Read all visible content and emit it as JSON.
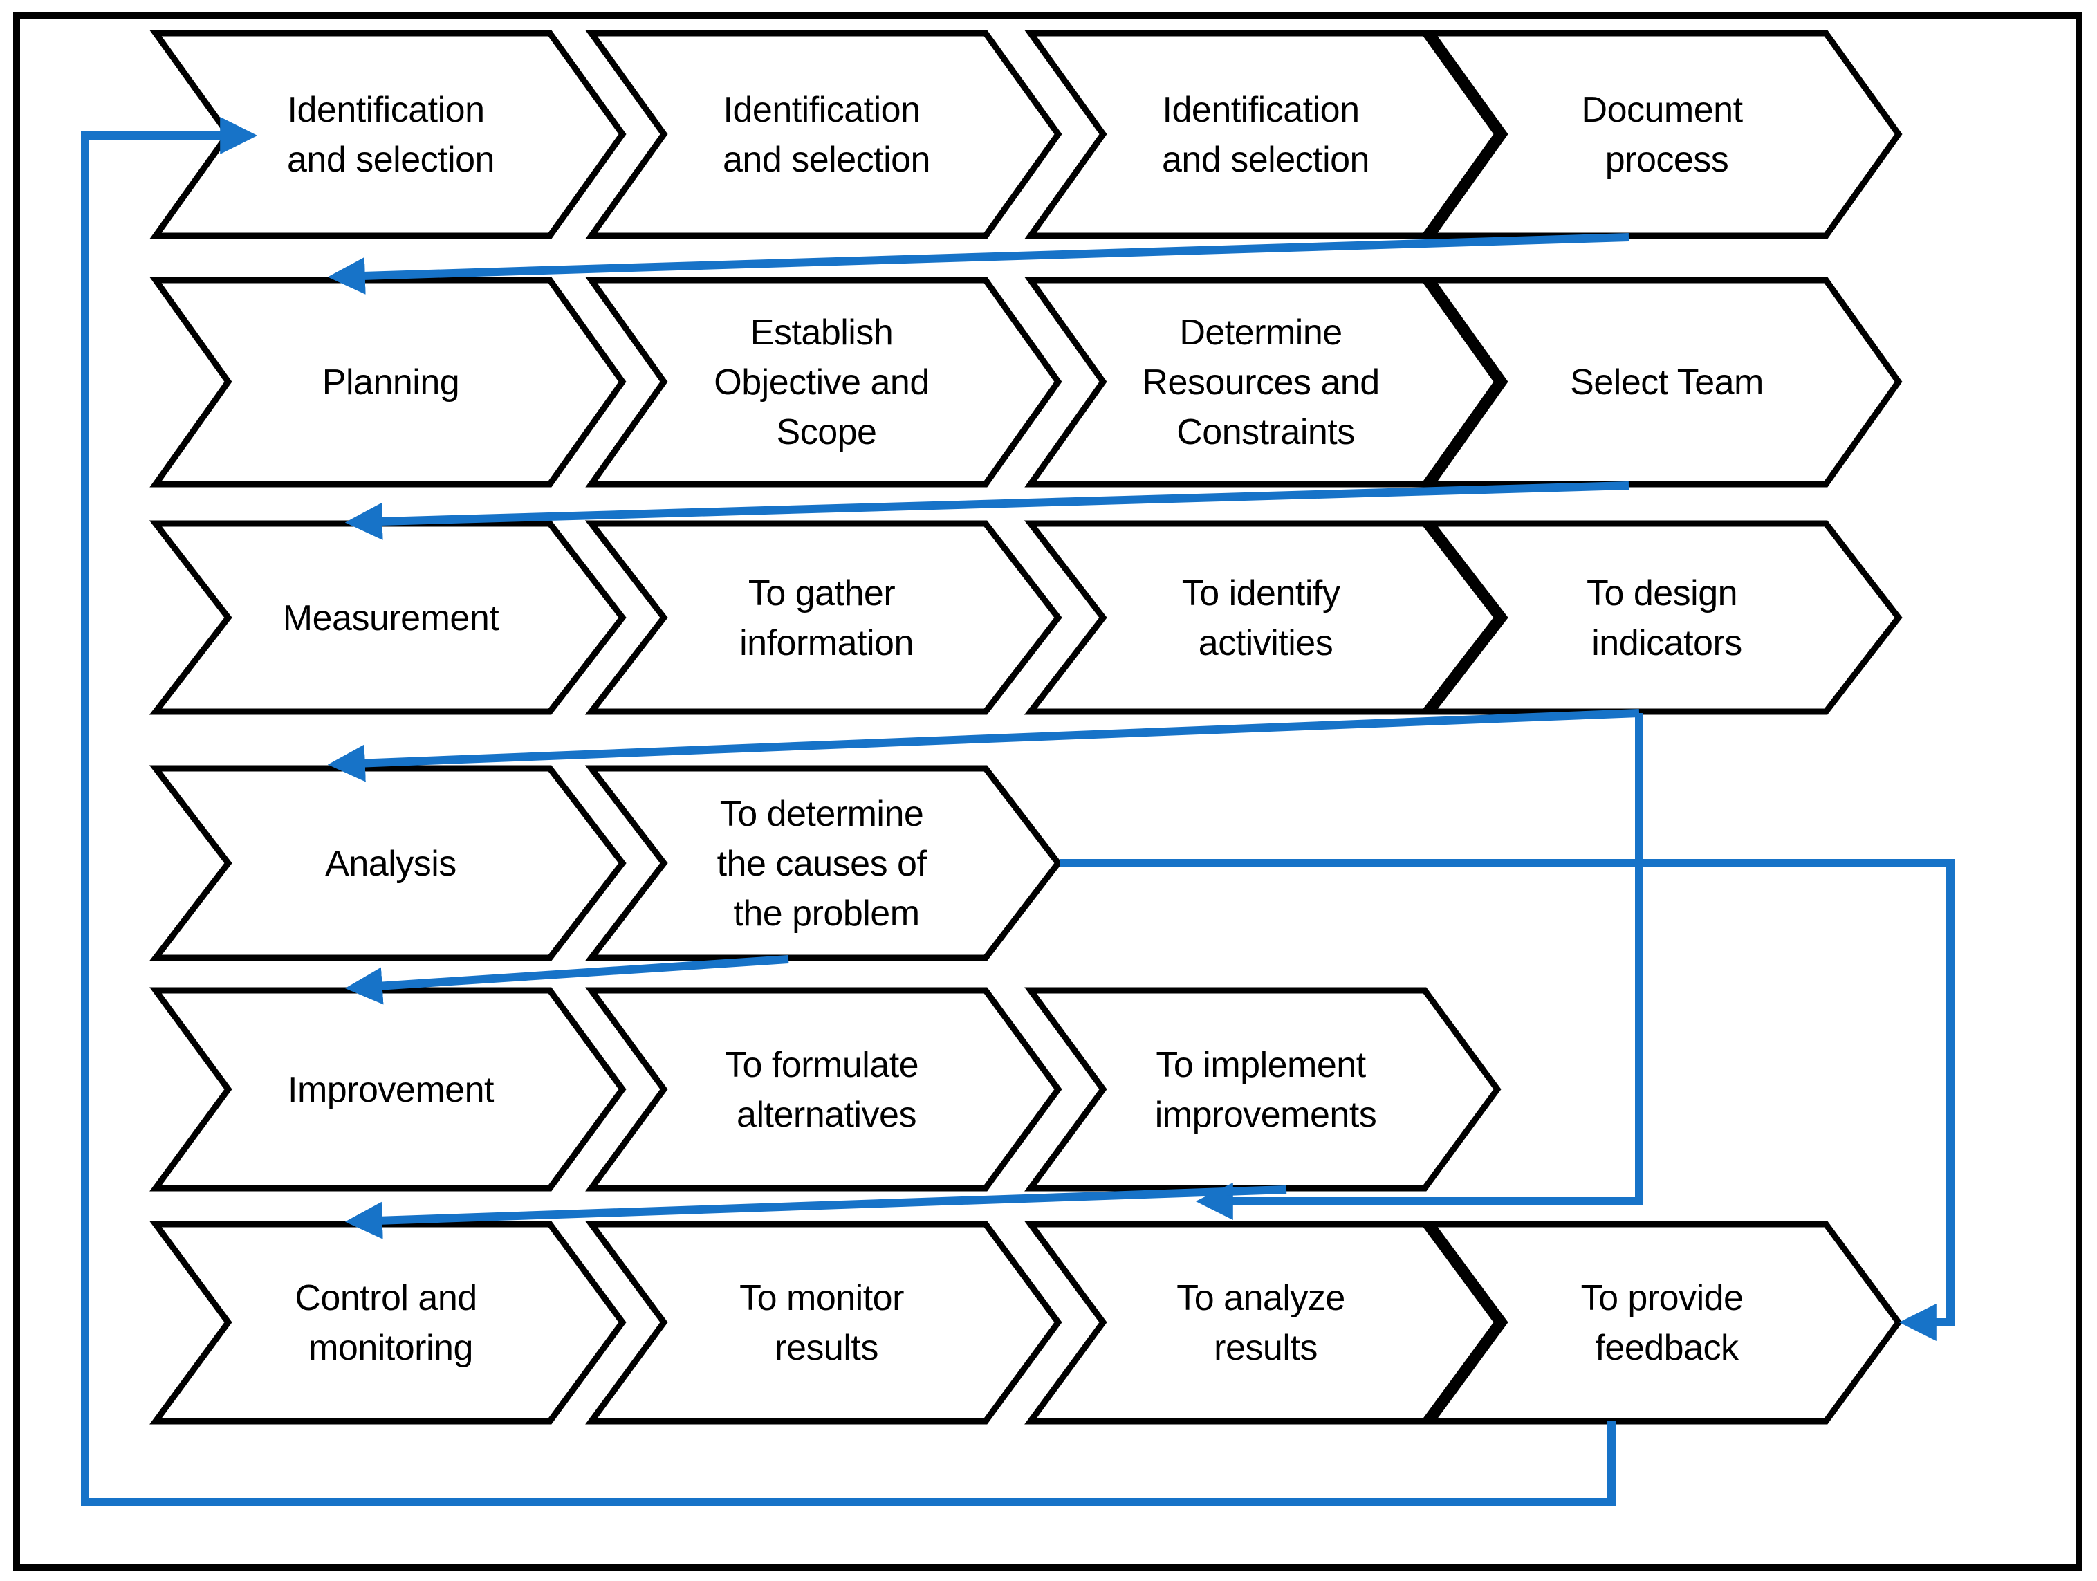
{
  "colors": {
    "connector": "#1773C8",
    "shape_outline": "#000000",
    "frame_outline": "#000000",
    "text": "#000000",
    "background": "#FFFFFF"
  },
  "diagram": {
    "type": "process-flow-chevrons",
    "rows": [
      {
        "name": "identification-and-selection",
        "steps": [
          {
            "id": "identification-1",
            "lines": [
              "Identification",
              "and selection"
            ]
          },
          {
            "id": "identification-2",
            "lines": [
              "Identification",
              "and selection"
            ]
          },
          {
            "id": "identification-3",
            "lines": [
              "Identification",
              "and selection"
            ]
          },
          {
            "id": "document-process",
            "lines": [
              "Document",
              "process"
            ]
          }
        ]
      },
      {
        "name": "planning",
        "steps": [
          {
            "id": "planning",
            "lines": [
              "Planning"
            ]
          },
          {
            "id": "establish-objective",
            "lines": [
              "Establish",
              "Objective and",
              "Scope"
            ]
          },
          {
            "id": "determine-resources",
            "lines": [
              "Determine",
              "Resources and",
              "Constraints"
            ]
          },
          {
            "id": "select-team",
            "lines": [
              "Select Team"
            ]
          }
        ]
      },
      {
        "name": "measurement",
        "steps": [
          {
            "id": "measurement",
            "lines": [
              "Measurement"
            ]
          },
          {
            "id": "gather-information",
            "lines": [
              "To gather",
              "information"
            ]
          },
          {
            "id": "identify-activities",
            "lines": [
              "To identify",
              "activities"
            ]
          },
          {
            "id": "design-indicators",
            "lines": [
              "To design",
              "indicators"
            ]
          }
        ]
      },
      {
        "name": "analysis",
        "steps": [
          {
            "id": "analysis",
            "lines": [
              "Analysis"
            ]
          },
          {
            "id": "determine-causes",
            "lines": [
              "To determine",
              "the causes of",
              "the problem"
            ]
          }
        ]
      },
      {
        "name": "improvement",
        "steps": [
          {
            "id": "improvement",
            "lines": [
              "Improvement"
            ]
          },
          {
            "id": "formulate-alternatives",
            "lines": [
              "To formulate",
              "alternatives"
            ]
          },
          {
            "id": "implement-improvements",
            "lines": [
              "To implement",
              "improvements"
            ]
          }
        ]
      },
      {
        "name": "control-and-monitoring",
        "steps": [
          {
            "id": "control-monitoring",
            "lines": [
              "Control and",
              "monitoring"
            ]
          },
          {
            "id": "monitor-results",
            "lines": [
              "To monitor",
              "results"
            ]
          },
          {
            "id": "analyze-results",
            "lines": [
              "To analyze",
              "results"
            ]
          },
          {
            "id": "provide-feedback",
            "lines": [
              "To provide",
              "feedback"
            ]
          }
        ]
      }
    ],
    "connectors": [
      {
        "from": "document-process",
        "to": "planning"
      },
      {
        "from": "select-team",
        "to": "measurement"
      },
      {
        "from": "design-indicators",
        "to": "analysis"
      },
      {
        "from": "design-indicators",
        "to": "implement-improvements"
      },
      {
        "from": "determine-causes",
        "to": "improvement"
      },
      {
        "from": "determine-causes",
        "to": "provide-feedback"
      },
      {
        "from": "implement-improvements",
        "to": "control-monitoring"
      },
      {
        "from": "provide-feedback",
        "to": "identification-1"
      }
    ]
  }
}
